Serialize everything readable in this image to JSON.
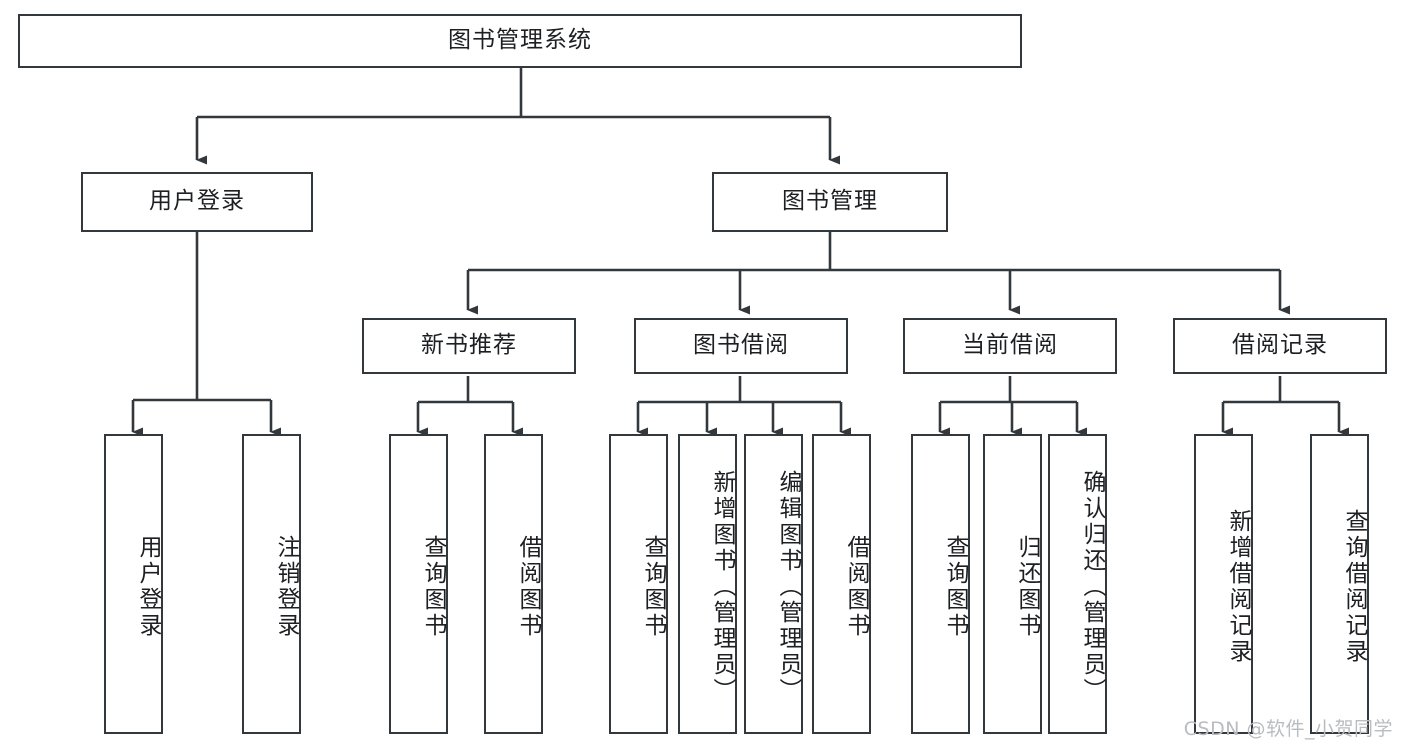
{
  "diagram": {
    "title": "图书管理系统",
    "type": "tree",
    "root": {
      "id": "root",
      "label": "图书管理系统"
    },
    "level2": [
      {
        "id": "user-login",
        "label": "用户登录"
      },
      {
        "id": "book-manage",
        "label": "图书管理"
      }
    ],
    "level3": [
      {
        "id": "new-book-recommend",
        "label": "新书推荐"
      },
      {
        "id": "book-borrow",
        "label": "图书借阅"
      },
      {
        "id": "current-borrow",
        "label": "当前借阅"
      },
      {
        "id": "borrow-record",
        "label": "借阅记录"
      }
    ],
    "leaves": [
      {
        "id": "leaf-user-login",
        "label": "用户登录",
        "parent": "user-login"
      },
      {
        "id": "leaf-user-logout",
        "label": "注销登录",
        "parent": "user-login"
      },
      {
        "id": "leaf-query-book-1",
        "label": "查询图书",
        "parent": "new-book-recommend"
      },
      {
        "id": "leaf-borrow-book-1",
        "label": "借阅图书",
        "parent": "new-book-recommend"
      },
      {
        "id": "leaf-query-book-2",
        "label": "查询图书",
        "parent": "book-borrow"
      },
      {
        "id": "leaf-add-book",
        "label": "新增图书（管理员）",
        "parent": "book-borrow"
      },
      {
        "id": "leaf-edit-book",
        "label": "编辑图书（管理员）",
        "parent": "book-borrow"
      },
      {
        "id": "leaf-borrow-book-2",
        "label": "借阅图书",
        "parent": "book-borrow"
      },
      {
        "id": "leaf-query-book-3",
        "label": "查询图书",
        "parent": "current-borrow"
      },
      {
        "id": "leaf-return-book",
        "label": "归还图书",
        "parent": "current-borrow"
      },
      {
        "id": "leaf-confirm-return",
        "label": "确认归还（管理员）",
        "parent": "current-borrow"
      },
      {
        "id": "leaf-add-record",
        "label": "新增借阅记录",
        "parent": "borrow-record"
      },
      {
        "id": "leaf-query-record",
        "label": "查询借阅记录",
        "parent": "borrow-record"
      }
    ],
    "watermark": "CSDN @软件_小贺同学",
    "colors": {
      "stroke": "#33383d",
      "fill": "#ffffff",
      "text": "#1d1f22",
      "watermark": "#b9bcc0"
    }
  }
}
